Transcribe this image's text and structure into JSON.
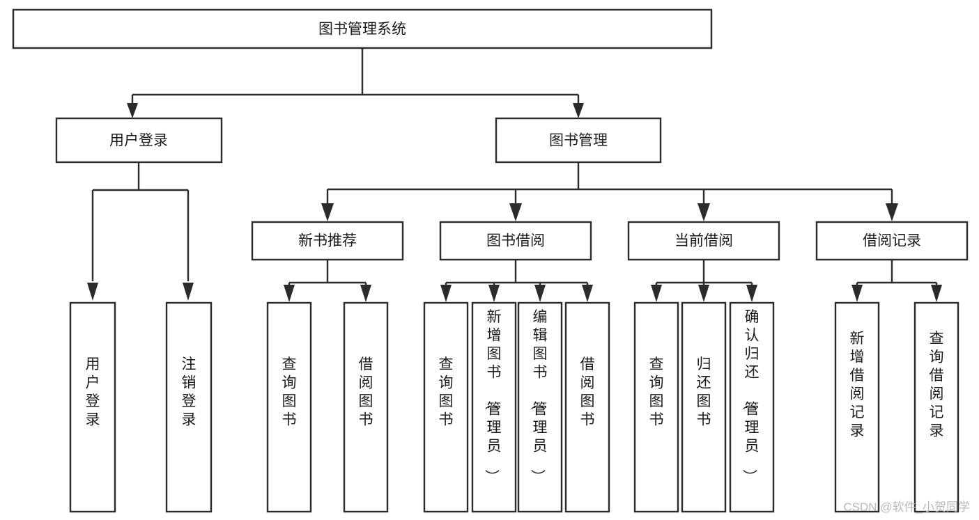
{
  "diagram": {
    "title": "图书管理系统",
    "type": "hierarchy-tree",
    "orientation": "top-down",
    "levels": [
      {
        "level": 1,
        "nodes": [
          {
            "id": "root",
            "label": "图书管理系统",
            "text_orientation": "horizontal"
          }
        ]
      },
      {
        "level": 2,
        "nodes": [
          {
            "id": "user-login",
            "label": "用户登录",
            "text_orientation": "horizontal",
            "parent": "root"
          },
          {
            "id": "book-manage",
            "label": "图书管理",
            "text_orientation": "horizontal",
            "parent": "root"
          }
        ]
      },
      {
        "level": 3,
        "nodes": [
          {
            "id": "new-book-rec",
            "label": "新书推荐",
            "text_orientation": "horizontal",
            "parent": "book-manage"
          },
          {
            "id": "book-borrow",
            "label": "图书借阅",
            "text_orientation": "horizontal",
            "parent": "book-manage"
          },
          {
            "id": "current-borrow",
            "label": "当前借阅",
            "text_orientation": "horizontal",
            "parent": "book-manage"
          },
          {
            "id": "borrow-record",
            "label": "借阅记录",
            "text_orientation": "horizontal",
            "parent": "book-manage"
          }
        ]
      },
      {
        "level": 4,
        "nodes": [
          {
            "id": "leaf-user-login",
            "label": "用户登录",
            "text_orientation": "vertical",
            "parent": "user-login"
          },
          {
            "id": "leaf-logout",
            "label": "注销登录",
            "text_orientation": "vertical",
            "parent": "user-login"
          },
          {
            "id": "leaf-query-book-1",
            "label": "查询图书",
            "text_orientation": "vertical",
            "parent": "new-book-rec"
          },
          {
            "id": "leaf-borrow-book-1",
            "label": "借阅图书",
            "text_orientation": "vertical",
            "parent": "new-book-rec"
          },
          {
            "id": "leaf-query-book-2",
            "label": "查询图书",
            "text_orientation": "vertical",
            "parent": "book-borrow"
          },
          {
            "id": "leaf-add-book",
            "label": "新增图书（管理员）",
            "text_orientation": "vertical",
            "parent": "book-borrow"
          },
          {
            "id": "leaf-edit-book",
            "label": "编辑图书（管理员）",
            "text_orientation": "vertical",
            "parent": "book-borrow"
          },
          {
            "id": "leaf-borrow-book-2",
            "label": "借阅图书",
            "text_orientation": "vertical",
            "parent": "book-borrow"
          },
          {
            "id": "leaf-query-book-3",
            "label": "查询图书",
            "text_orientation": "vertical",
            "parent": "current-borrow"
          },
          {
            "id": "leaf-return-book",
            "label": "归还图书",
            "text_orientation": "vertical",
            "parent": "current-borrow"
          },
          {
            "id": "leaf-confirm-return",
            "label": "确认归还（管理员）",
            "text_orientation": "vertical",
            "parent": "current-borrow"
          },
          {
            "id": "leaf-add-record",
            "label": "新增借阅记录",
            "text_orientation": "vertical",
            "parent": "borrow-record"
          },
          {
            "id": "leaf-query-record",
            "label": "查询借阅记录",
            "text_orientation": "vertical",
            "parent": "borrow-record"
          }
        ]
      }
    ],
    "colors": {
      "box_fill": "#ffffff",
      "box_stroke": "#2b2b2b",
      "text": "#1c1c1c",
      "background": "#ffffff",
      "watermark": "#b9b9b9"
    }
  },
  "watermark": {
    "text": "CSDN @软件_小贺同学"
  }
}
